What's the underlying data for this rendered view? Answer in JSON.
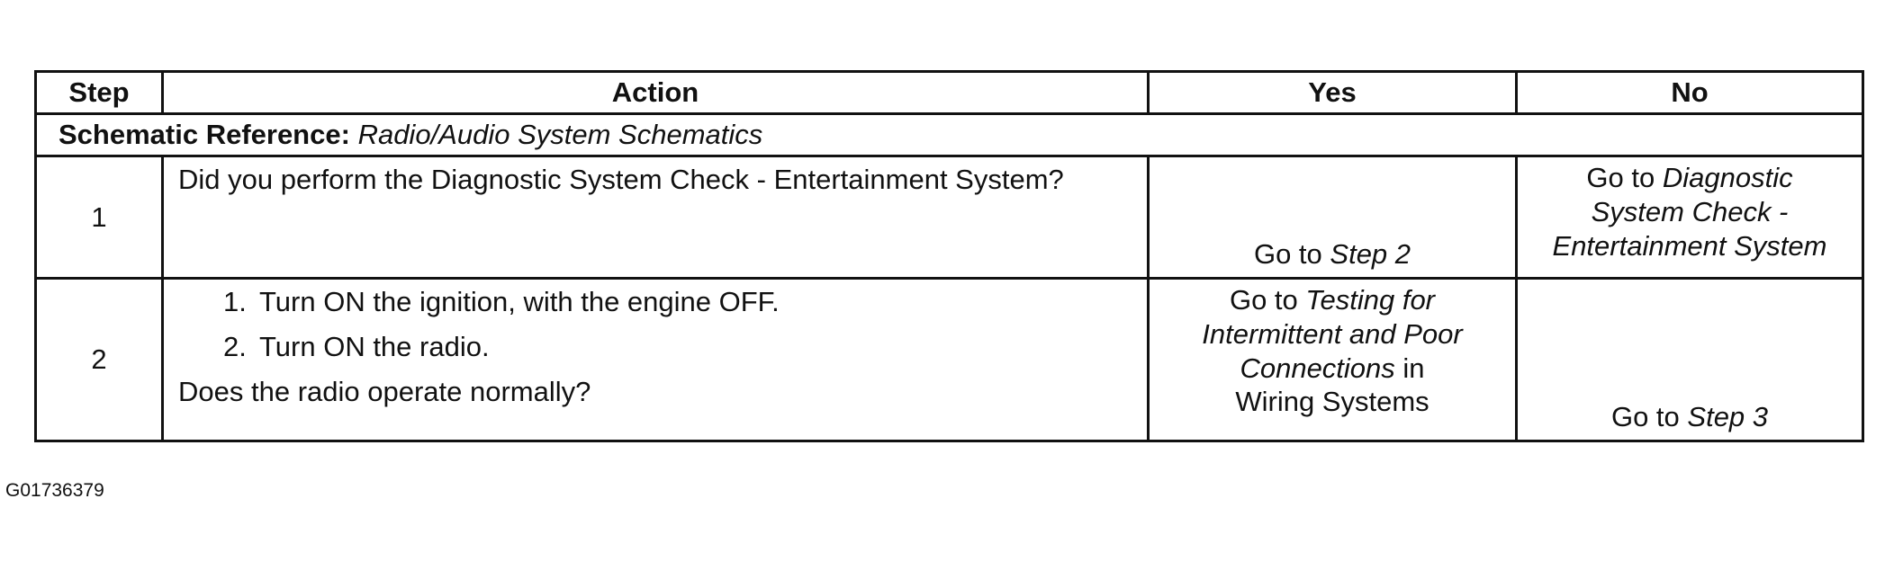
{
  "table": {
    "headers": {
      "step": "Step",
      "action": "Action",
      "yes": "Yes",
      "no": "No"
    },
    "reference": {
      "label": "Schematic Reference:",
      "value": "Radio/Audio System Schematics"
    },
    "rows": [
      {
        "step": "1",
        "action": "Did you perform the Diagnostic System Check - Entertainment System?",
        "yes": {
          "prefix": "Go to ",
          "target": "Step 2"
        },
        "no": {
          "prefix": "Go to ",
          "target_line1": "Diagnostic",
          "target_line2": "System Check -",
          "target_line3": "Entertainment System"
        }
      },
      {
        "step": "2",
        "substeps": [
          {
            "num": "1.",
            "text": "Turn ON the ignition, with the engine OFF."
          },
          {
            "num": "2.",
            "text": "Turn ON the radio."
          }
        ],
        "question": "Does the radio operate normally?",
        "yes": {
          "prefix": "Go to ",
          "target_line1": "Testing for",
          "target_line2": "Intermittent and Poor",
          "target_line3": "Connections",
          "suffix_line3": " in",
          "line4": "Wiring Systems"
        },
        "no": {
          "prefix": "Go to ",
          "target": "Step 3"
        }
      }
    ]
  },
  "figure_id": "G01736379"
}
